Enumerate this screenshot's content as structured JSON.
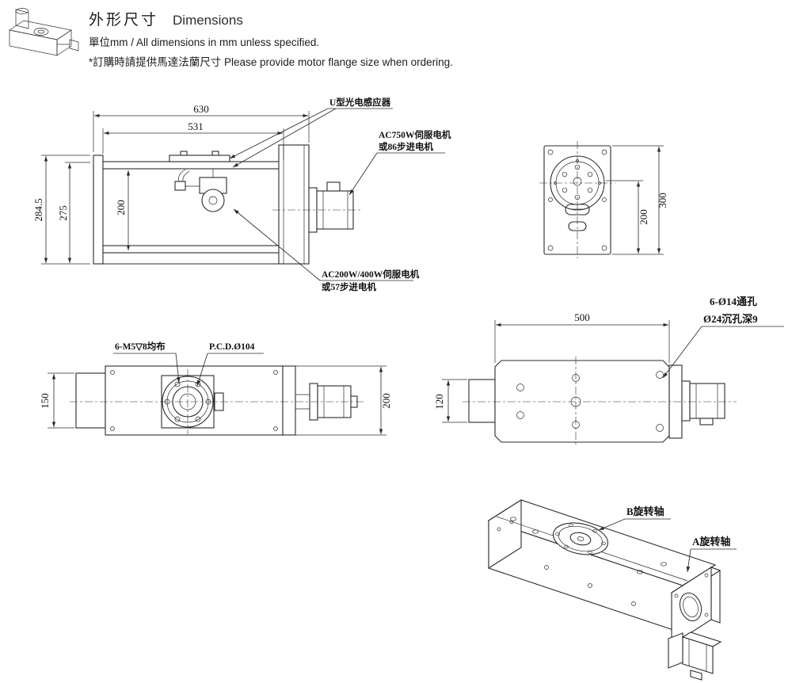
{
  "header": {
    "title_zh": "外形尺寸",
    "title_en": "Dimensions",
    "subtitle": "單位mm / All dimensions in mm unless specified.",
    "ordering_note": "*訂購時請提供馬達法蘭尺寸 Please provide motor flange size when ordering."
  },
  "front_view": {
    "dim_total_width": "630",
    "dim_inner_width": "531",
    "dim_total_height": "284.5",
    "dim_height_275": "275",
    "dim_height_200": "200",
    "sensor_label": "U型光电感应器",
    "motor_750_line1": "AC750W伺服电机",
    "motor_750_line2": "或86步进电机",
    "motor_200_line1": "AC200W/400W伺服电机",
    "motor_200_line2": "或57步进电机"
  },
  "end_view": {
    "dim_height_300": "300",
    "dim_height_200": "200"
  },
  "top_view_left": {
    "dim_width_150": "150",
    "dim_height_200": "200",
    "tapped_holes_label": "6-M5▽8均布",
    "pcd_label": "P.C.D.Ø104"
  },
  "top_view_right": {
    "dim_length_500": "500",
    "dim_width_120": "120",
    "through_holes_label": "6-Ø14通孔",
    "counterbore_label": "Ø24沉孔深9"
  },
  "iso_view": {
    "b_axis_label": "B旋转轴",
    "a_axis_label": "A旋转轴"
  }
}
